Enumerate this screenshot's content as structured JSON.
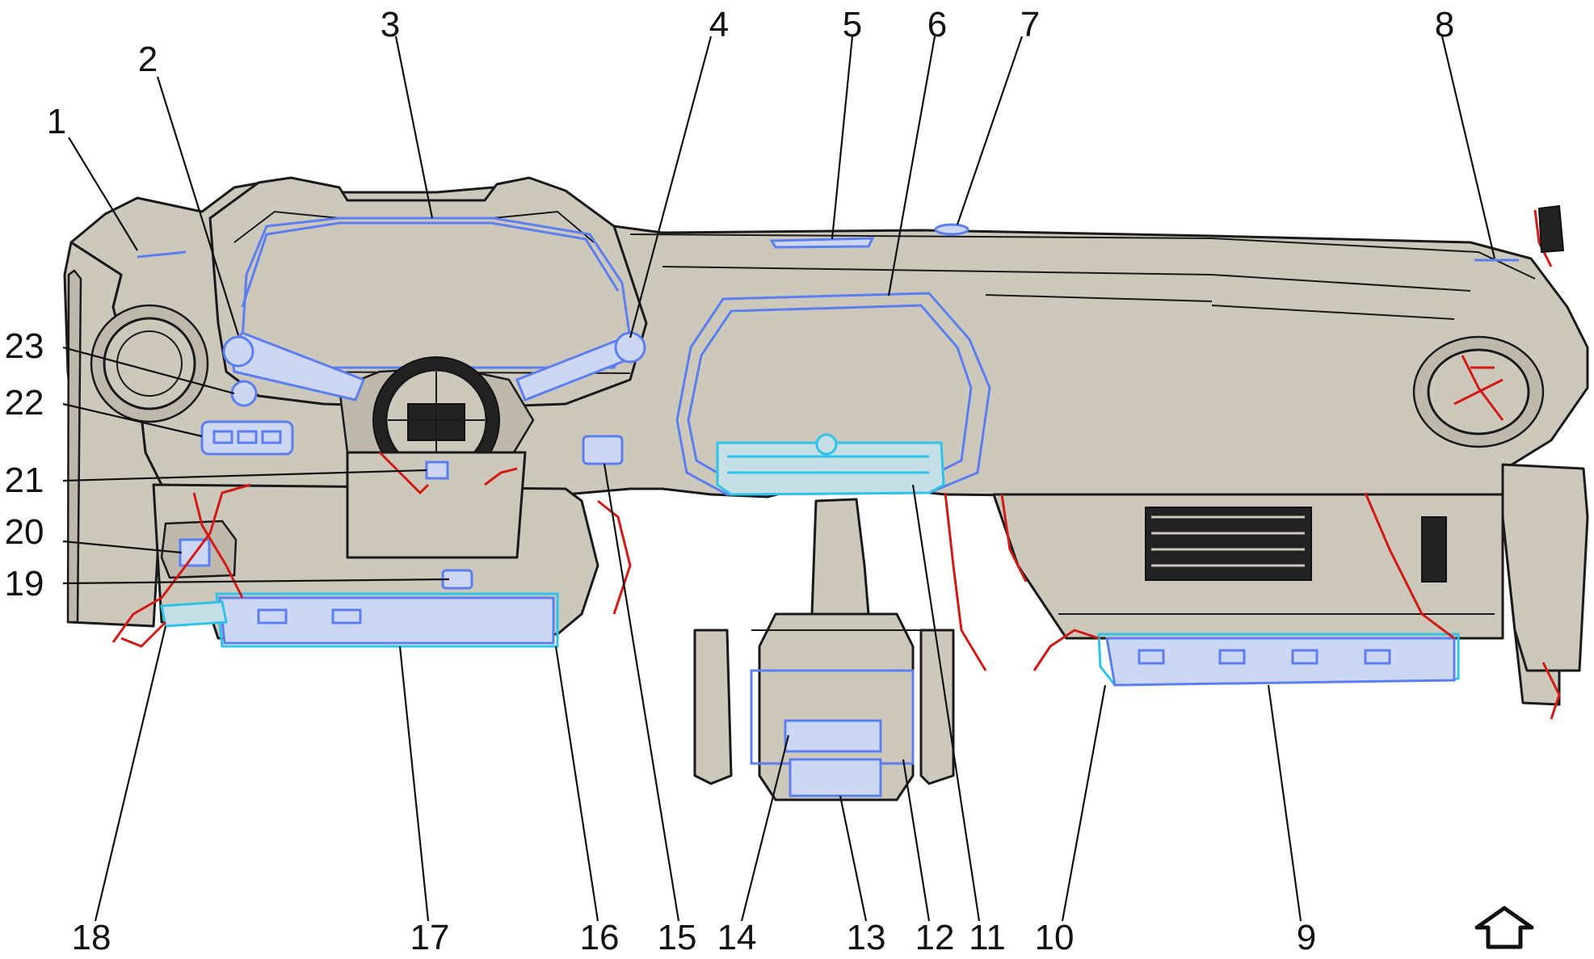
{
  "callouts": {
    "n1": "1",
    "n2": "2",
    "n3": "3",
    "n4": "4",
    "n5": "5",
    "n6": "6",
    "n7": "7",
    "n8": "8",
    "n9": "9",
    "n10": "10",
    "n11": "11",
    "n12": "12",
    "n13": "13",
    "n14": "14",
    "n15": "15",
    "n16": "16",
    "n17": "17",
    "n18": "18",
    "n19": "19",
    "n20": "20",
    "n21": "21",
    "n22": "22",
    "n23": "23"
  },
  "colors": {
    "panel": "#cdc8bc",
    "outline": "#1a1a1a",
    "highlight_blue": "#5b7ff0",
    "highlight_cyan": "#2ec4ea",
    "wiring_red": "#d11a14"
  },
  "icons": {
    "front_indicator": "forward-arrow-icon"
  }
}
